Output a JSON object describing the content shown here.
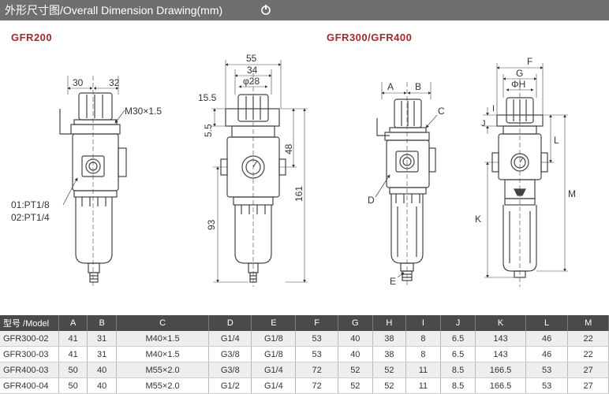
{
  "header": {
    "title": "外形尺寸图/Overall Dimension Drawing(mm)",
    "icon": "circle-arrow-icon"
  },
  "models": {
    "left": "GFR200",
    "right": "GFR300/GFR400"
  },
  "drawing_labels": {
    "gfr200_side": {
      "d30": "30",
      "d32": "32",
      "thread": "M30×1.5",
      "port1": "01:PT1/8",
      "port2": "02:PT1/4"
    },
    "gfr200_front": {
      "d55": "55",
      "d34": "34",
      "d28": "φ28",
      "d15": "15.5",
      "d5": "5.5",
      "d48": "48",
      "d161": "161",
      "d93": "93"
    },
    "gfr300_side": {
      "A": "A",
      "B": "B",
      "C": "C",
      "D": "D",
      "E": "E"
    },
    "gfr300_front": {
      "F": "F",
      "G": "G",
      "H": "ΦH",
      "I": "I",
      "J": "J",
      "L": "L",
      "M": "M",
      "K": "K"
    }
  },
  "table": {
    "headers": [
      "型号 /Model",
      "A",
      "B",
      "C",
      "D",
      "E",
      "F",
      "G",
      "H",
      "I",
      "J",
      "K",
      "L",
      "M"
    ],
    "rows": [
      [
        "GFR300-02",
        "41",
        "31",
        "M40×1.5",
        "G1/4",
        "G1/8",
        "53",
        "40",
        "38",
        "8",
        "6.5",
        "143",
        "46",
        "22"
      ],
      [
        "GFR300-03",
        "41",
        "31",
        "M40×1.5",
        "G3/8",
        "G1/8",
        "53",
        "40",
        "38",
        "8",
        "6.5",
        "143",
        "46",
        "22"
      ],
      [
        "GFR400-03",
        "50",
        "40",
        "M55×2.0",
        "G3/8",
        "G1/4",
        "72",
        "52",
        "52",
        "11",
        "8.5",
        "166.5",
        "53",
        "27"
      ],
      [
        "GFR400-04",
        "50",
        "40",
        "M55×2.0",
        "G1/2",
        "G1/4",
        "72",
        "52",
        "52",
        "11",
        "8.5",
        "166.5",
        "53",
        "27"
      ]
    ]
  }
}
